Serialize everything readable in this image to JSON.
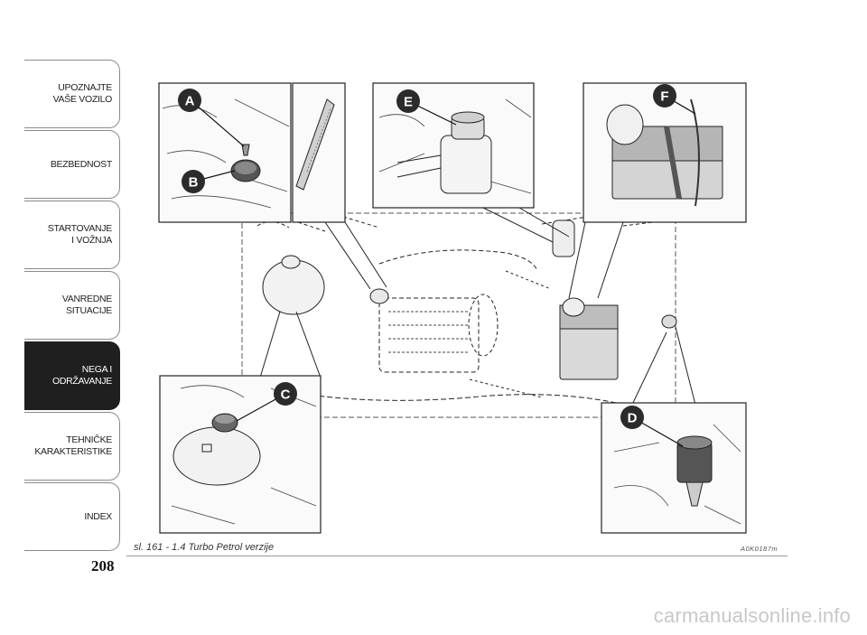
{
  "sidebar": {
    "tabs": [
      {
        "label": "UPOZNAJTE\nVAŠE VOZILO",
        "active": false
      },
      {
        "label": "BEZBEDNOST",
        "active": false
      },
      {
        "label": "STARTOVANJE\nI VOŽNJA",
        "active": false
      },
      {
        "label": "VANREDNE\nSITUACIJE",
        "active": false
      },
      {
        "label": "NEGA I\nODRŽAVANJE",
        "active": true
      },
      {
        "label": "TEHNIČKE\nKARAKTERISTIKE",
        "active": false
      },
      {
        "label": "INDEX",
        "active": false
      }
    ]
  },
  "page": {
    "number": "208"
  },
  "figure": {
    "caption": "sl. 161 - 1.4 Turbo Petrol verzije",
    "code": "A0K0187m",
    "callouts": [
      "A",
      "B",
      "C",
      "D",
      "E",
      "F"
    ]
  },
  "watermark": "carmanualsonline.info",
  "colors": {
    "active_tab": "#1f1f1f",
    "callout": "#2b2b2b",
    "border": "#8a8a8a"
  }
}
